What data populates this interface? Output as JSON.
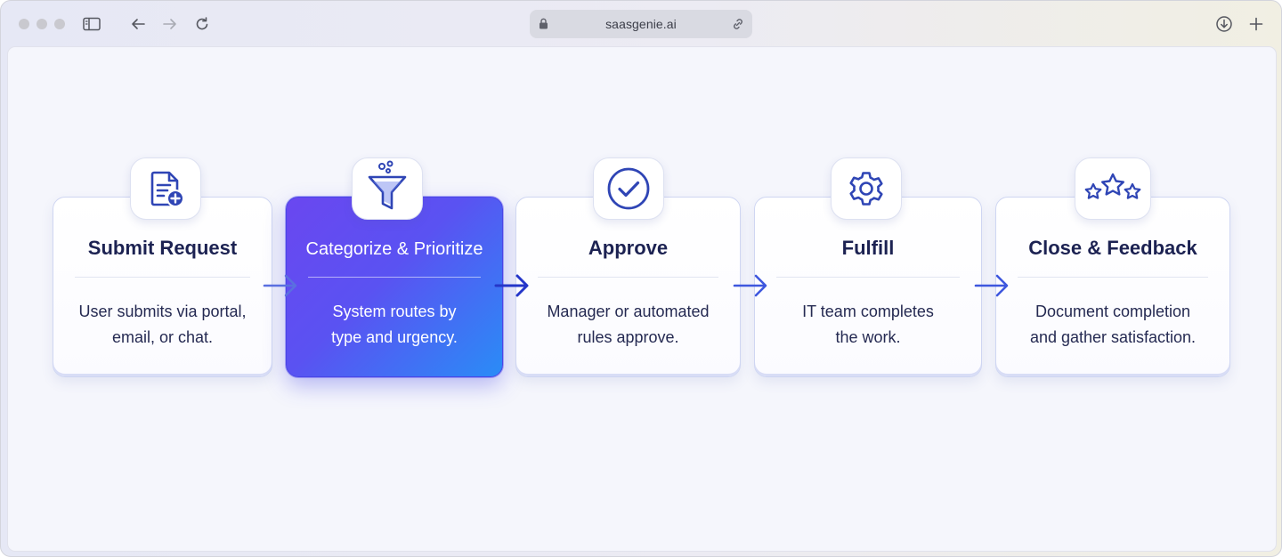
{
  "browser": {
    "url": "saasgenie.ai"
  },
  "steps": [
    {
      "title": "Submit Request",
      "desc_line1": "User submits via portal,",
      "desc_line2": "email, or chat.",
      "icon": "document-plus-icon"
    },
    {
      "title": "Categorize & Prioritize",
      "desc_line1": "System routes by",
      "desc_line2": "type and urgency.",
      "icon": "funnel-icon",
      "active": true
    },
    {
      "title": "Approve",
      "desc_line1": "Manager or automated",
      "desc_line2": "rules approve.",
      "icon": "check-circle-icon"
    },
    {
      "title": "Fulfill",
      "desc_line1": "IT team completes",
      "desc_line2": "the work.",
      "icon": "gear-icon"
    },
    {
      "title": "Close & Feedback",
      "desc_line1": "Document completion",
      "desc_line2": "and gather satisfaction.",
      "icon": "stars-icon"
    }
  ],
  "colors": {
    "accent_start": "#6a47f0",
    "accent_end": "#2a8cf6",
    "title_text": "#1c2252",
    "icon_blue": "#2f45b5"
  }
}
